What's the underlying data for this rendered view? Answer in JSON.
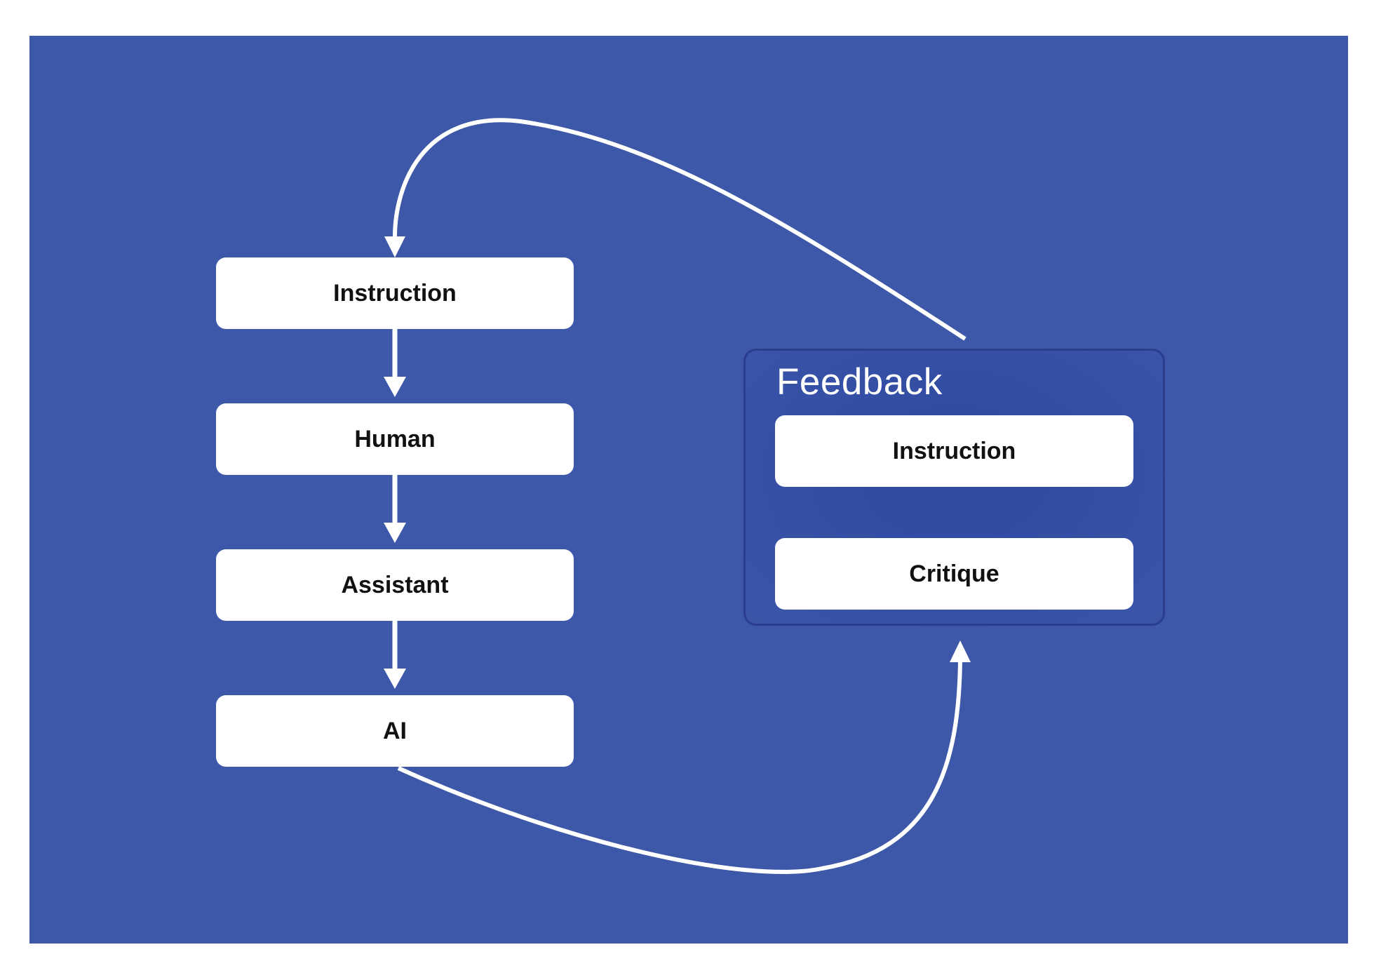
{
  "colors": {
    "background": "#3d58a8",
    "node_fill": "#ffffff",
    "node_text": "#111111",
    "arrow": "#ffffff",
    "feedback_border": "#2a3e8c"
  },
  "pipeline": {
    "nodes": [
      {
        "label": "Instruction"
      },
      {
        "label": "Human"
      },
      {
        "label": "Assistant"
      },
      {
        "label": "AI"
      }
    ]
  },
  "feedback": {
    "title": "Feedback",
    "instruction_label": "Instruction",
    "critique_label": "Critique"
  }
}
